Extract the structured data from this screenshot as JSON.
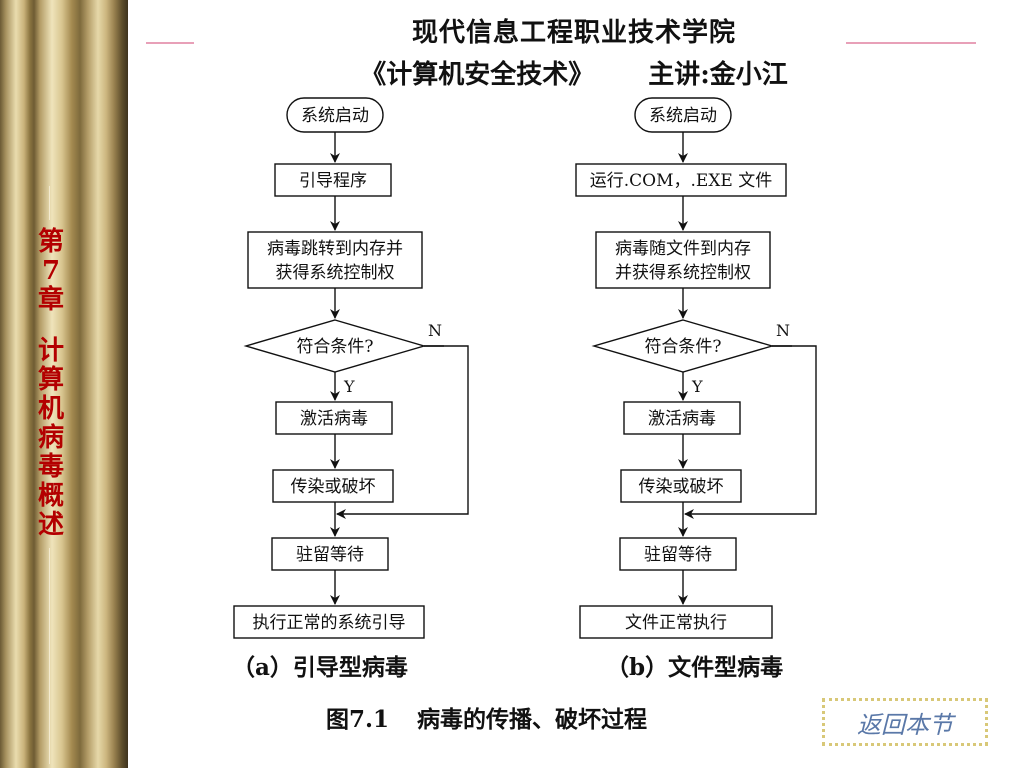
{
  "header": {
    "school": "现代信息工程职业技术学院",
    "course": "《计算机安全技术》",
    "lecturer": "主讲:金小江"
  },
  "sidebar": {
    "chapter_chars": [
      "第",
      "7",
      "章",
      "",
      "计",
      "算",
      "机",
      "病",
      "毒",
      "概",
      "述"
    ]
  },
  "flowchart_a": {
    "start": "系统启动",
    "step1": "引导程序",
    "step2_line1": "病毒跳转到内存并",
    "step2_line2": "获得系统控制权",
    "decision": "符合条件?",
    "no_label": "N",
    "yes_label": "Y",
    "step3": "激活病毒",
    "step4": "传染或破坏",
    "step5": "驻留等待",
    "end": "执行正常的系统引导"
  },
  "flowchart_b": {
    "start": "系统启动",
    "step1": "运行.COM，.EXE 文件",
    "step2_line1": "病毒随文件到内存",
    "step2_line2": "并获得系统控制权",
    "decision": "符合条件?",
    "no_label": "N",
    "yes_label": "Y",
    "step3": "激活病毒",
    "step4": "传染或破坏",
    "step5": "驻留等待",
    "end": "文件正常执行"
  },
  "captions": {
    "a": "（a）引导型病毒",
    "b": "（b）文件型病毒",
    "figure_number": "图7.1",
    "figure_title": "病毒的传播、破坏过程"
  },
  "nav": {
    "return_label": "返回本节"
  },
  "colors": {
    "chapter_text": "#b30000",
    "return_text": "#5a78a8",
    "return_border": "#d8c878",
    "deco_arrow": "#e8a0b8"
  }
}
